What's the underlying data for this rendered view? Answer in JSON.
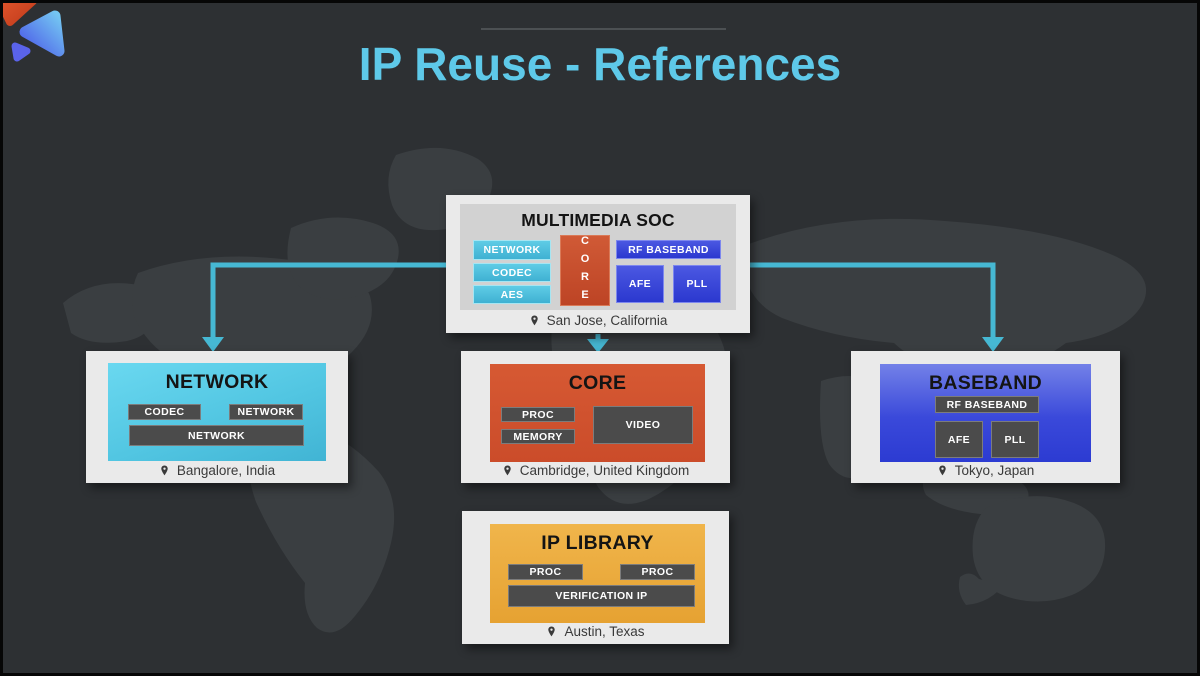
{
  "slide": {
    "title": "IP Reuse - References"
  },
  "colors": {
    "background": "#2d3033",
    "title_text": "#5ec9e9",
    "arrow": "#46b8d3",
    "card_background": "#eaeaea",
    "cyan_block": "#4fc3e0",
    "red_block": "#cf4e2d",
    "blue_block": "#3a48da",
    "yellow_block": "#eaa93c",
    "dark_block": "#4b4b4b"
  },
  "icons": {
    "logo": "triangles-logo",
    "location_pin": "map-pin-icon"
  },
  "nodes": {
    "multimedia_soc": {
      "title": "MULTIMEDIA SOC",
      "location": "San Jose, California",
      "cyan_blocks": [
        "NETWORK",
        "CODEC",
        "AES"
      ],
      "core_block": "CORE",
      "blue_blocks": [
        "RF BASEBAND",
        "AFE",
        "PLL"
      ]
    },
    "network": {
      "title": "NETWORK",
      "location": "Bangalore, India",
      "blocks": [
        "CODEC",
        "NETWORK",
        "NETWORK"
      ]
    },
    "core": {
      "title": "CORE",
      "location": "Cambridge, United Kingdom",
      "blocks": [
        "PROC",
        "MEMORY",
        "VIDEO"
      ]
    },
    "baseband": {
      "title": "BASEBAND",
      "location": "Tokyo, Japan",
      "blocks": [
        "RF BASEBAND",
        "AFE",
        "PLL"
      ]
    },
    "ip_library": {
      "title": "IP LIBRARY",
      "location": "Austin, Texas",
      "blocks": [
        "PROC",
        "PROC",
        "VERIFICATION IP"
      ]
    }
  }
}
